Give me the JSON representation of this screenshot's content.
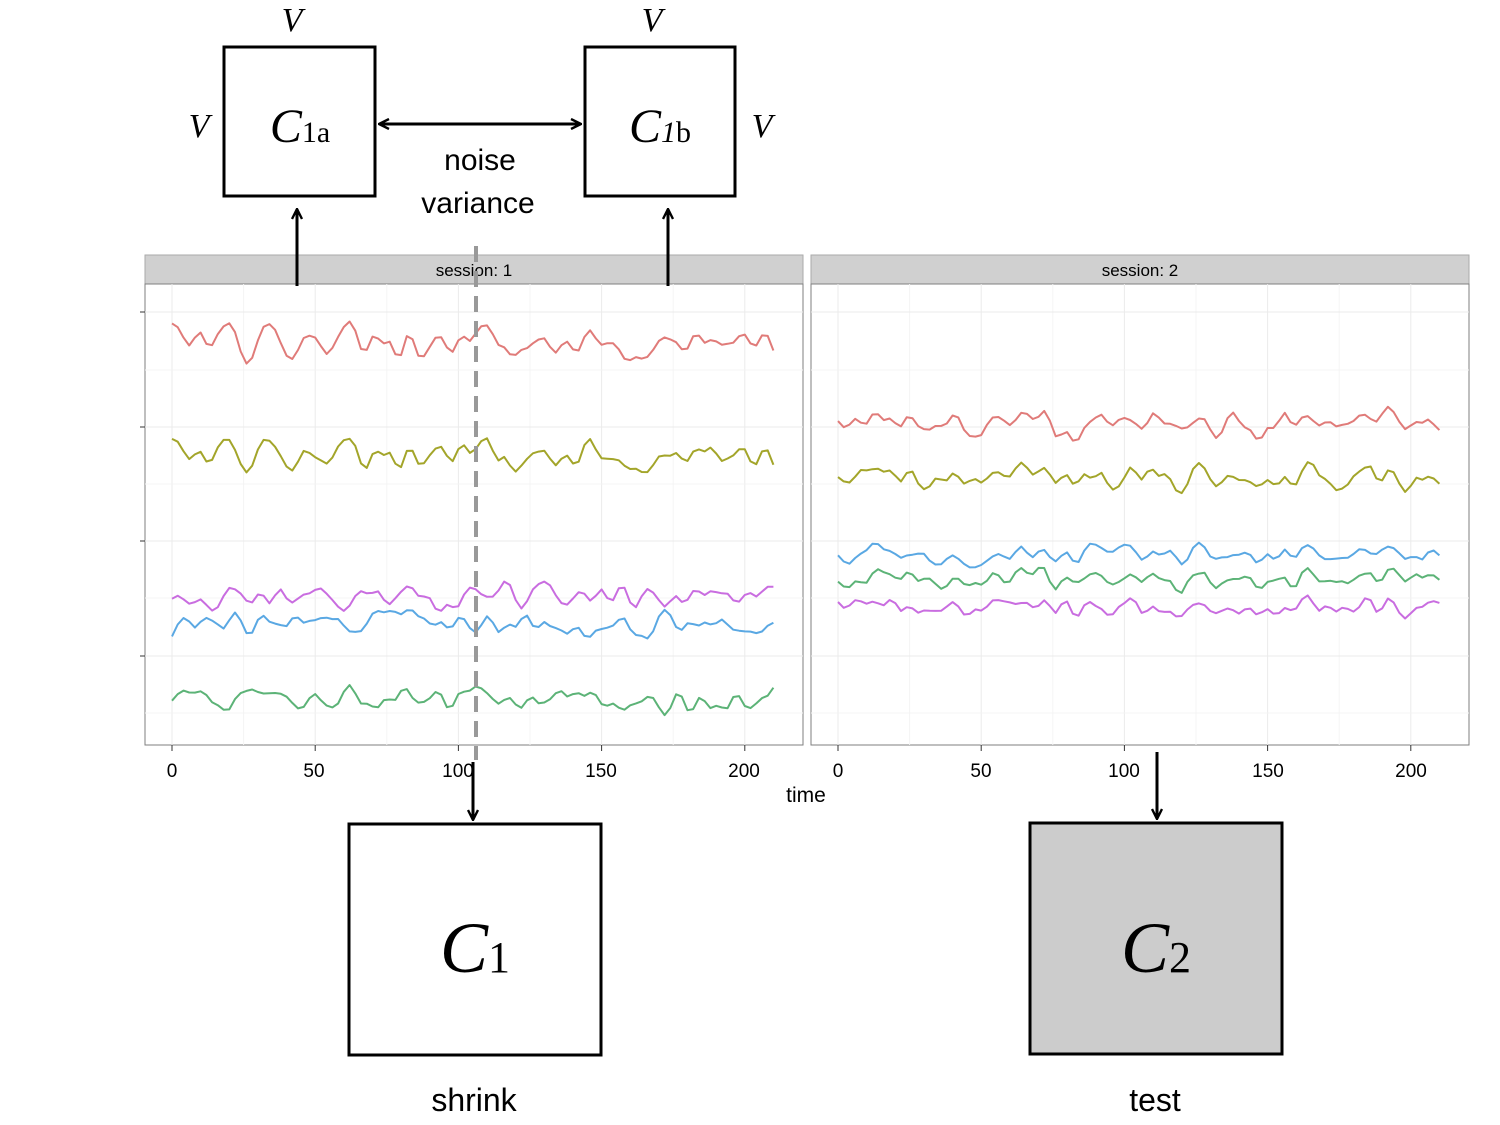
{
  "top": {
    "box_a": {
      "letter": "C",
      "sub": "1a",
      "label_top": "V",
      "label_side": "V"
    },
    "box_b": {
      "letter": "C",
      "sub_italic": "1",
      "sub": "b",
      "label_top": "V",
      "label_side": "V"
    },
    "link_label_line1": "noise",
    "link_label_line2": "variance"
  },
  "panels": [
    {
      "strip": "session: 1"
    },
    {
      "strip": "session: 2"
    }
  ],
  "x_axis": {
    "label": "time",
    "ticks": [
      "0",
      "50",
      "100",
      "150",
      "200"
    ]
  },
  "bottom": {
    "box_c1": {
      "letter": "C",
      "sub": "1",
      "caption": "shrink"
    },
    "box_c2": {
      "letter": "C",
      "sub": "2",
      "caption": "test",
      "fill": "#cccccc"
    }
  },
  "colors": {
    "series": [
      "#e07b79",
      "#a3a52a",
      "#c96de0",
      "#5aa8e3",
      "#5cb377"
    ],
    "strip_bg": "#d0d0d0",
    "dashed_split": "#999999"
  },
  "chart_data": {
    "type": "line",
    "xlabel": "time",
    "xlim": [
      0,
      210
    ],
    "facets": [
      "session: 1",
      "session: 2"
    ],
    "series_count_per_facet": 5,
    "split_time": 107
  }
}
